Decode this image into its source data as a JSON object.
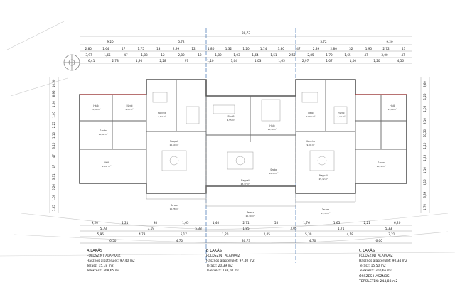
{
  "top_dims": {
    "overall": "30,73",
    "row1": [
      "9,20",
      "5,72",
      "5,72",
      "9,20"
    ],
    "row2": [
      "2,80",
      "1,64",
      "47",
      "1,75",
      "13",
      "2,99",
      "12",
      "1,80",
      "1,32",
      "1,20",
      "1,74",
      "3,80",
      "47",
      "2,89",
      "2,80",
      "32",
      "1,95",
      "2,72",
      "47"
    ],
    "row3": [
      "3,97",
      "1,65",
      "47",
      "1,88",
      "12",
      "2,80",
      "12",
      "1,80",
      "1,03",
      "1,64",
      "1,51",
      "2,55",
      "2,85",
      "1,70",
      "1,65",
      "47",
      "3,00",
      "47"
    ],
    "row4": [
      "6,41",
      "2,78",
      "1,90",
      "2,28",
      "97",
      "1,10",
      "1,04",
      "1,03",
      "1,65",
      "2,97",
      "1,07",
      "1,00",
      "1,20",
      "4,56"
    ]
  },
  "left_dims": [
    "10,50",
    "8,95",
    "1,20",
    "1,05",
    "2,25",
    "1,10",
    "3,10",
    "47",
    "47",
    "3,31",
    "6,26",
    "1,09",
    "1,55"
  ],
  "right_dims": [
    "8,60",
    "1,25",
    "1,05",
    "3,10",
    "10,50",
    "1,10",
    "1,25",
    "1,10",
    "5,15",
    "3,39",
    "1,70"
  ],
  "bottom_dims": {
    "row1": [
      "9,20",
      "1,21",
      "98",
      "1,65",
      "1,40",
      "2,71",
      "55",
      "1,76",
      "1,65",
      "2,21",
      "6,20"
    ],
    "row2": [
      "5,73",
      "3,19",
      "5,33",
      "1,85",
      "3,05",
      "1,71",
      "5,33"
    ],
    "row3": [
      "5,96",
      "4,78",
      "5,17",
      "1,20",
      "2,05",
      "5,30",
      "4,78",
      "3,21"
    ],
    "row4": [
      "6,50",
      "4,70",
      "30,73",
      "4,70",
      "6,00"
    ]
  },
  "rooms": {
    "a": [
      {
        "name": "Háló",
        "area": "12,19 m²"
      },
      {
        "name": "Fürdő",
        "area": "4,10 m²"
      },
      {
        "name": "Szoba",
        "area": "10,61 m²"
      },
      {
        "name": "Nappali",
        "area": "25,10 m²"
      },
      {
        "name": "Konyha",
        "area": "8,52 m²"
      },
      {
        "name": "Háló",
        "area": "13,97 m²"
      },
      {
        "name": "Terasz",
        "area": "15,78 m²"
      }
    ],
    "b": [
      {
        "name": "Fürdő",
        "area": "4,55 m²"
      },
      {
        "name": "Háló",
        "area": "12,39 m²"
      },
      {
        "name": "Nappali",
        "area": "23,37 m²"
      },
      {
        "name": "Szoba",
        "area": "12,55 m²"
      },
      {
        "name": "Terasz",
        "area": "20,39 m²"
      }
    ],
    "c": [
      {
        "name": "Háló",
        "area": "11,62 m²"
      },
      {
        "name": "Fürdő",
        "area": "4,10 m²"
      },
      {
        "name": "Konyha",
        "area": "9,00 m²"
      },
      {
        "name": "Nappali",
        "area": "25,32 m²"
      },
      {
        "name": "Háló",
        "area": "13,66 m²"
      },
      {
        "name": "Szoba",
        "area": "10,71 m²"
      },
      {
        "name": "Terasz",
        "area": "15,50 m²"
      }
    ]
  },
  "captions": [
    {
      "title": "A LAKÁS",
      "subtitle": "FÖLDSZINT ALAPRAJZ",
      "lines": [
        "Hasznos alapterület: 97,40 m2",
        "Terasz:   15,78 m2",
        "Telekrész:  308,65 m²"
      ]
    },
    {
      "title": "B LAKÁS",
      "subtitle": "FÖLDSZINT ALAPRAJZ",
      "lines": [
        "Hasznos alapterület: 97,40 m2",
        "Terasz:   20,39 m2",
        "Telekrész:  198,00 m²"
      ]
    },
    {
      "title": "C LAKÁS",
      "subtitle": "FÖLDSZINT ALAPRAJZ",
      "lines": [
        "Hasznos alapterület: 90,34 m2",
        "Terasz:   15,50 m2",
        "Telekrész:  300,66 m²"
      ]
    }
  ],
  "summary": {
    "title": "ÖSSZES HASZNOS",
    "line": "TERÜLETEK:  244,83 m2"
  },
  "colors": {
    "wall": "#555555",
    "line": "#777777",
    "frame": "#3a6fb0",
    "accent": "#c63b3b",
    "grid": "#b8b8b8"
  }
}
